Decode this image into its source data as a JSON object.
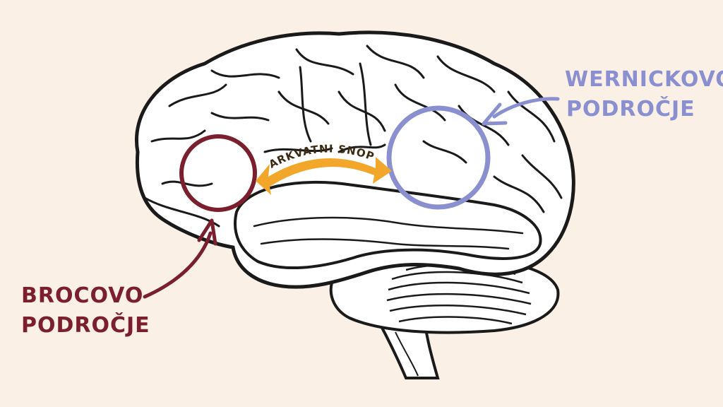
{
  "labels": {
    "wernicke": {
      "line1": "WERNICKOVO",
      "line2": "PODROČJE"
    },
    "broca": {
      "line1": "BROCOVO",
      "line2": "PODROČJE"
    },
    "arcuate": "ARKVATNI SNOP"
  },
  "colors": {
    "background": "#fbf0e6",
    "wernicke": "#8a8fcf",
    "broca": "#7b1f2e",
    "arcuate": "#f2a72b",
    "outline": "#1a1a1a",
    "brain_fill": "#ffffff"
  }
}
